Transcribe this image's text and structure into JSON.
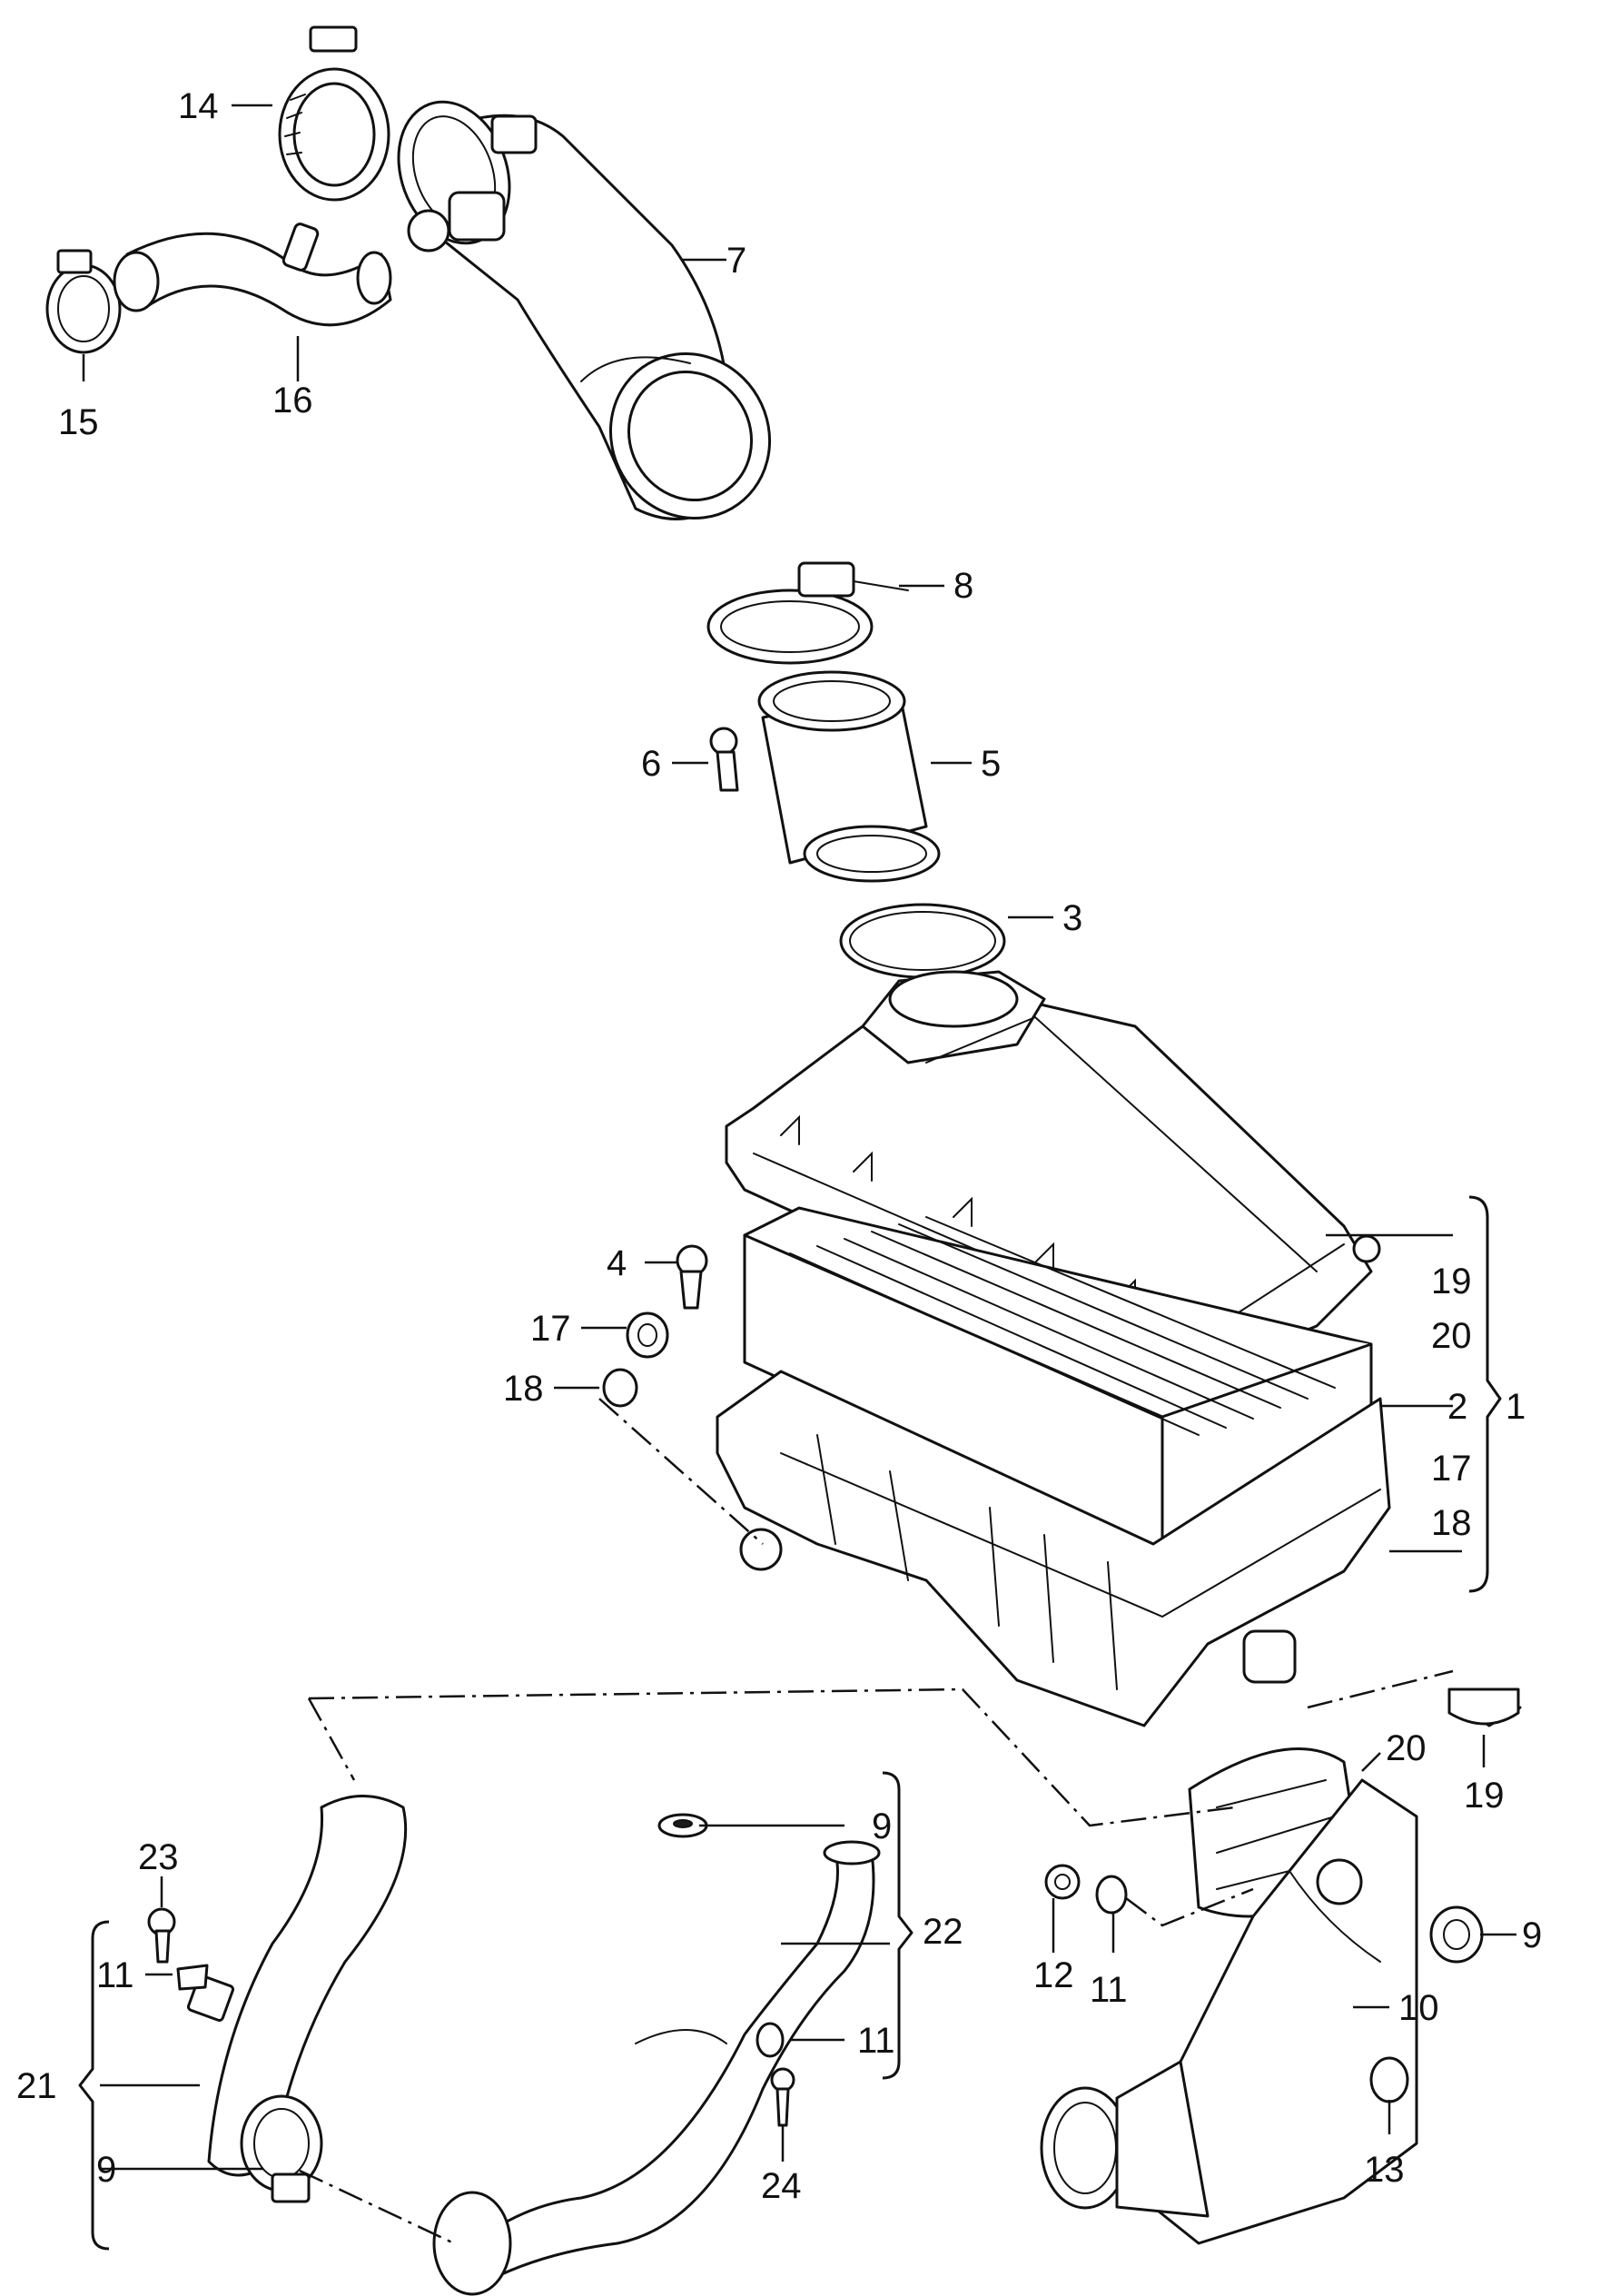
{
  "callouts": {
    "c1": "1",
    "c2": "2",
    "c3": "3",
    "c4": "4",
    "c5": "5",
    "c6": "6",
    "c7": "7",
    "c8": "8",
    "c9a": "9",
    "c9b": "9",
    "c9c": "9",
    "c10": "10",
    "c11a": "11",
    "c11b": "11",
    "c11c": "11",
    "c12": "12",
    "c13": "13",
    "c14": "14",
    "c15": "15",
    "c16": "16",
    "c17a": "17",
    "c17b": "17",
    "c18a": "18",
    "c18b": "18",
    "c19a": "19",
    "c19b": "19",
    "c20a": "20",
    "c20b": "20",
    "c21": "21",
    "c22": "22",
    "c23": "23",
    "c24": "24"
  }
}
